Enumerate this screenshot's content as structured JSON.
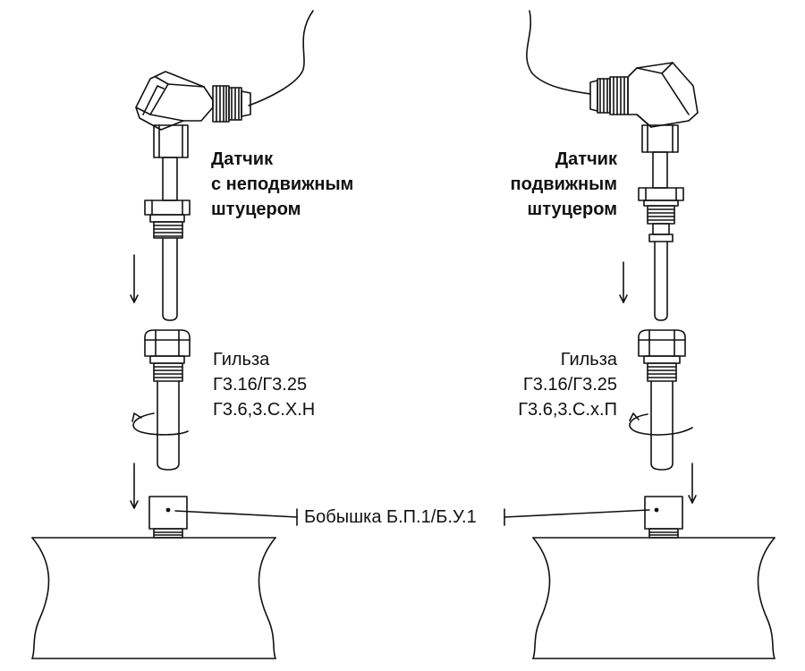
{
  "left_sensor": {
    "lines": [
      "Датчик",
      "с неподвижным",
      "штуцером"
    ]
  },
  "right_sensor": {
    "lines": [
      "Датчик",
      "подвижным",
      "штуцером"
    ]
  },
  "left_sleeve": {
    "lines": [
      "Гильза",
      "Г3.16/Г3.25",
      "Г3.6,3.С.Х.Н"
    ]
  },
  "right_sleeve": {
    "lines": [
      "Гильза",
      "Г3.16/Г3.25",
      "Г3.6,3.С.х.П"
    ]
  },
  "boss_label": "Бобышка Б.П.1/Б.У.1",
  "colors": {
    "line": "#111111",
    "background": "#ffffff"
  }
}
